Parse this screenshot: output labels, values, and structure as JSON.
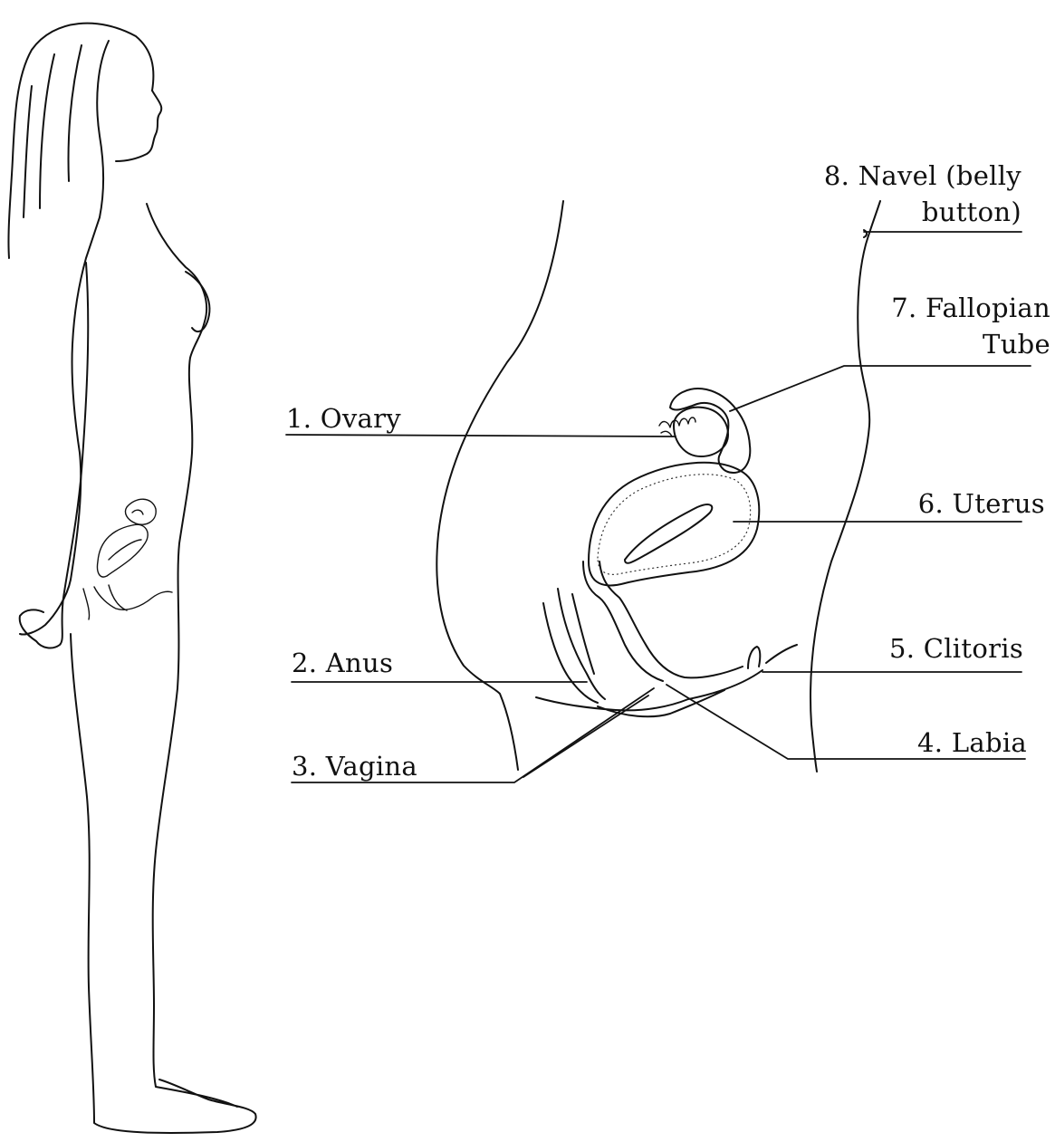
{
  "labels": {
    "ovary": "1. Ovary",
    "anus": "2. Anus",
    "vagina": "3. Vagina",
    "labia": "4. Labia",
    "clitoris": "5. Clitoris",
    "uterus": "6. Uterus",
    "fallopian_line1": "7. Fallopian",
    "fallopian_line2": "Tube",
    "navel_line1": "8. Navel (belly",
    "navel_line2": "button)"
  },
  "colors": {
    "ink": "#111111",
    "background": "#ffffff"
  }
}
